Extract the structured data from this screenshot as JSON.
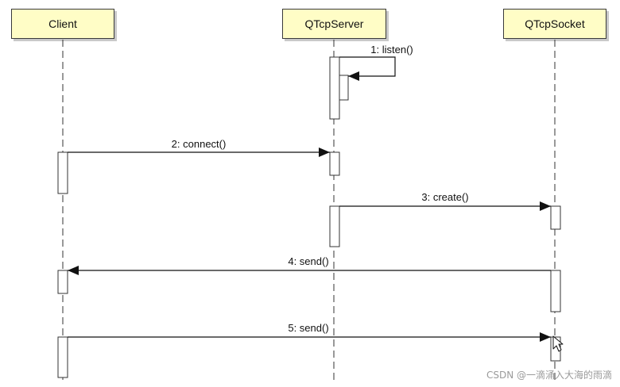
{
  "lifelines": [
    {
      "name": "Client"
    },
    {
      "name": "QTcpServer"
    },
    {
      "name": "QTcpSocket"
    }
  ],
  "messages": [
    {
      "label": "1: listen()",
      "from": "QTcpServer",
      "to": "QTcpServer"
    },
    {
      "label": "2: connect()",
      "from": "Client",
      "to": "QTcpServer"
    },
    {
      "label": "3: create()",
      "from": "QTcpServer",
      "to": "QTcpSocket"
    },
    {
      "label": "4: send()",
      "from": "QTcpSocket",
      "to": "Client"
    },
    {
      "label": "5: send()",
      "from": "Client",
      "to": "QTcpSocket"
    }
  ],
  "watermark": "CSDN @一滴涌入大海的雨滴",
  "colors": {
    "lifeline_fill": "#fffdc6",
    "stroke": "#333333"
  }
}
